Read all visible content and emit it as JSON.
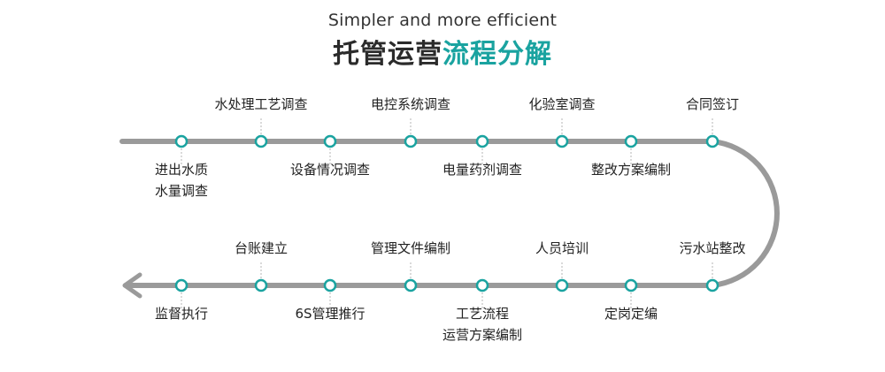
{
  "header": {
    "subtitle": "Simpler and more efficient",
    "title_dark": "托管运营",
    "title_accent": "流程分解"
  },
  "colors": {
    "accent": "#1aa3a0",
    "track": "#9a9a9a",
    "text": "#222222"
  },
  "steps": [
    [
      "进出水质",
      "水量调查"
    ],
    [
      "水处理工艺调查"
    ],
    [
      "设备情况调查"
    ],
    [
      "电控系统调查"
    ],
    [
      "电量药剂调查"
    ],
    [
      "化验室调查"
    ],
    [
      "整改方案编制"
    ],
    [
      "合同签订"
    ],
    [
      "污水站整改"
    ],
    [
      "定岗定编"
    ],
    [
      "人员培训"
    ],
    [
      "工艺流程",
      "运营方案编制"
    ],
    [
      "管理文件编制"
    ],
    [
      "6S管理推行"
    ],
    [
      "台账建立"
    ],
    [
      "监督执行"
    ]
  ]
}
